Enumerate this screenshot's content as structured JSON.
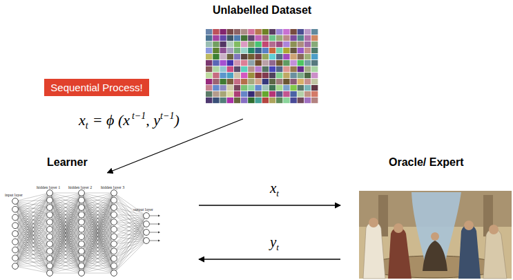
{
  "diagram": {
    "nodes": [
      {
        "text": [
          "Unlabelled Dataset"
        ]
      },
      {
        "text": [
          "Sequential Process!"
        ]
      },
      {
        "text": [
          "Learner"
        ]
      },
      {
        "text": [
          "Oracle/ Expert"
        ]
      }
    ],
    "edges": [
      {
        "from": 0,
        "to": 2,
        "arrow": "to"
      },
      {
        "from": 2,
        "to": 3,
        "label": "x",
        "arrow": "to"
      },
      {
        "from": 3,
        "to": 2,
        "label": "y",
        "arrow": "to"
      }
    ],
    "labels": [
      "x",
      "t",
      "= ϕ (x",
      "t−1",
      ", y",
      "t−1",
      ")",
      "t",
      "t",
      "input layer",
      "hidden layer 1",
      "hidden layer 2",
      "hidden layer 3",
      "output layer"
    ]
  }
}
